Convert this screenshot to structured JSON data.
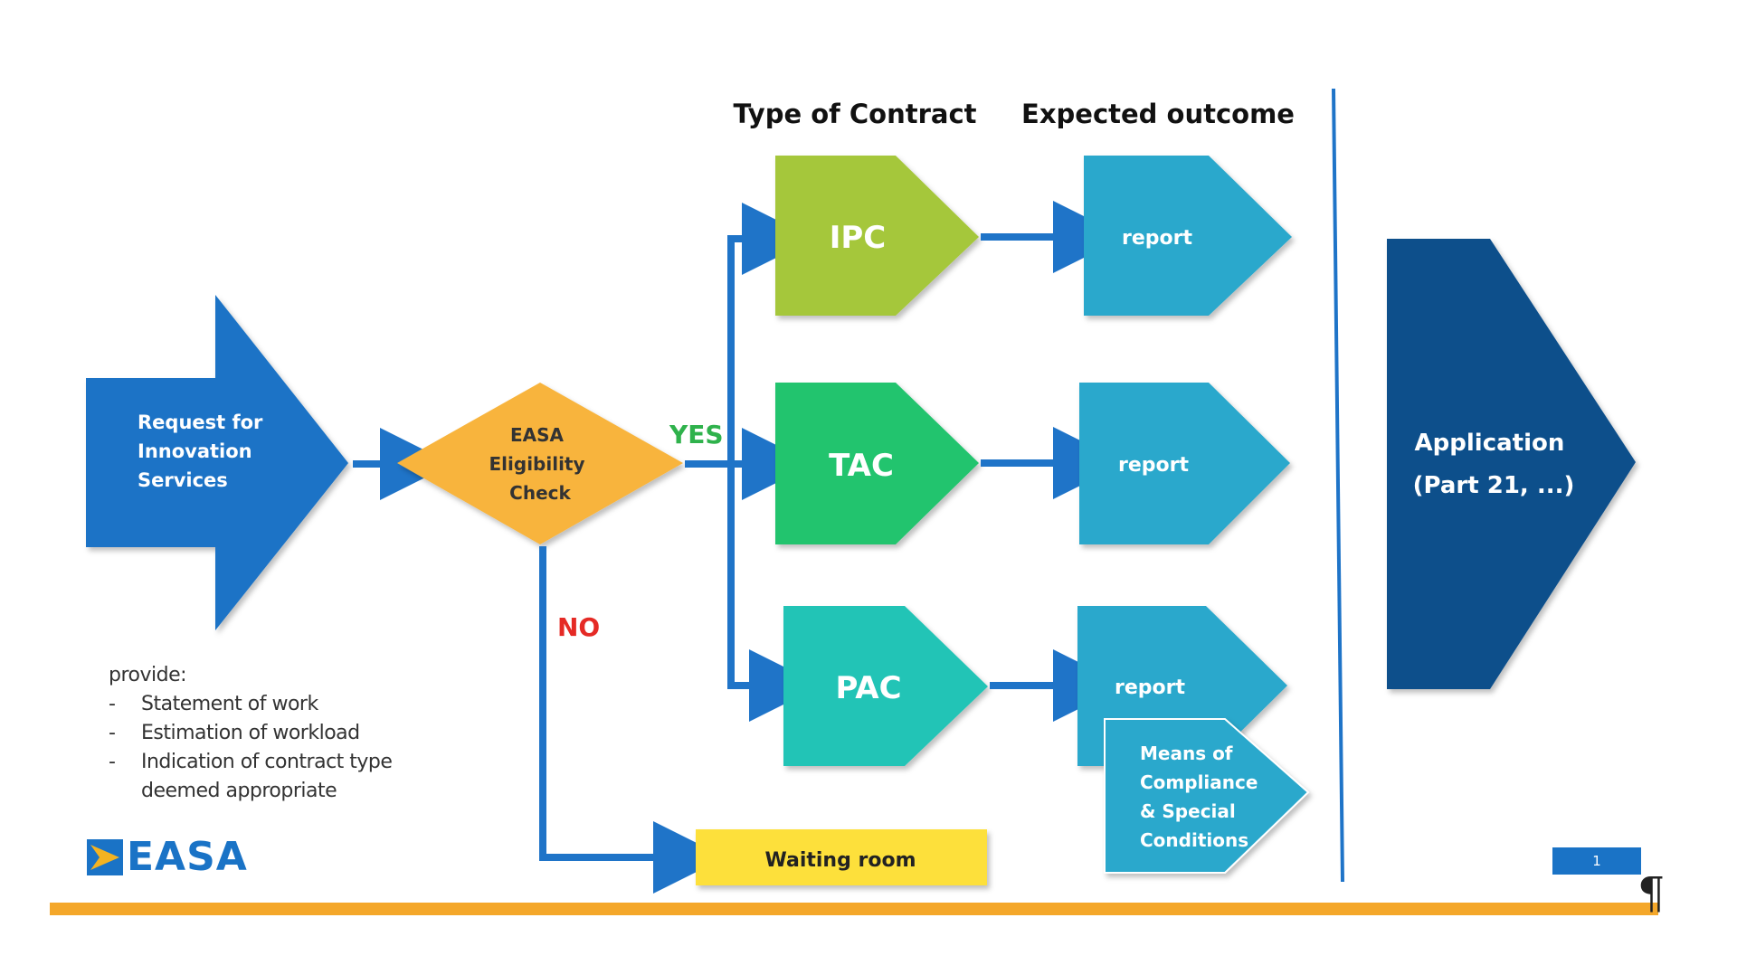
{
  "headers": {
    "type_of_contract": "Type of Contract",
    "expected_outcome": "Expected outcome"
  },
  "request": {
    "lines": [
      "Request for",
      "Innovation",
      "Services"
    ]
  },
  "eligibility": {
    "lines": [
      "EASA",
      "Eligibility",
      "Check"
    ]
  },
  "branches": {
    "yes": "YES",
    "no": "NO"
  },
  "contracts": [
    {
      "label": "IPC",
      "color": "#a5c73b",
      "outcome": "report"
    },
    {
      "label": "TAC",
      "color": "#22c46e",
      "outcome": "report"
    },
    {
      "label": "PAC",
      "color": "#20c4b6",
      "outcome": "report"
    }
  ],
  "means": {
    "lines": [
      "Means of",
      "Compliance",
      "& Special",
      "Conditions"
    ]
  },
  "waiting_room": "Waiting room",
  "application": {
    "lines": [
      "Application",
      "(Part 21, ...)"
    ]
  },
  "provide": {
    "intro": "provide:",
    "items": [
      [
        "Statement of work"
      ],
      [
        "Estimation of workload"
      ],
      [
        "Indication of contract type",
        "deemed appropriate"
      ]
    ]
  },
  "logo": {
    "text": "EASA"
  },
  "page_number": "1",
  "pilcrow": "¶",
  "colors": {
    "request_blue": "#1a73c6",
    "diamond_orange": "#f8b43c",
    "outcome_blue": "#2aa8cc",
    "application_navy": "#0d4f8b",
    "arrow_blue": "#1f74c8",
    "waiting_yellow": "#fde03a",
    "bar_orange": "#f4a72a",
    "yes_green": "#2fb24c",
    "no_red": "#e52a25",
    "divider_blue": "#1f74c8"
  }
}
